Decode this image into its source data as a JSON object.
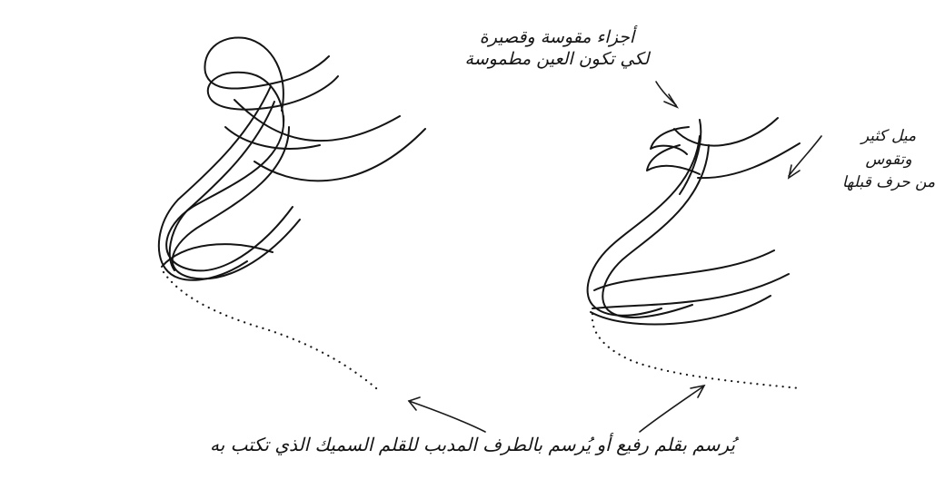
{
  "annotations": {
    "top_line1": "أجزاء مقوسة وقصيرة",
    "top_line2": "لكي تكون العين مطموسة",
    "right_line1": "ميل كثير",
    "right_line2": "وتقوس",
    "right_line3": "من حرف قبلها",
    "bottom": "يُرسم بقلم رفيع أو يُرسم بالطرف المدبب للقلم السميك الذي تكتب به"
  },
  "colors": {
    "ink": "#141414",
    "paper": "#ffffff"
  }
}
